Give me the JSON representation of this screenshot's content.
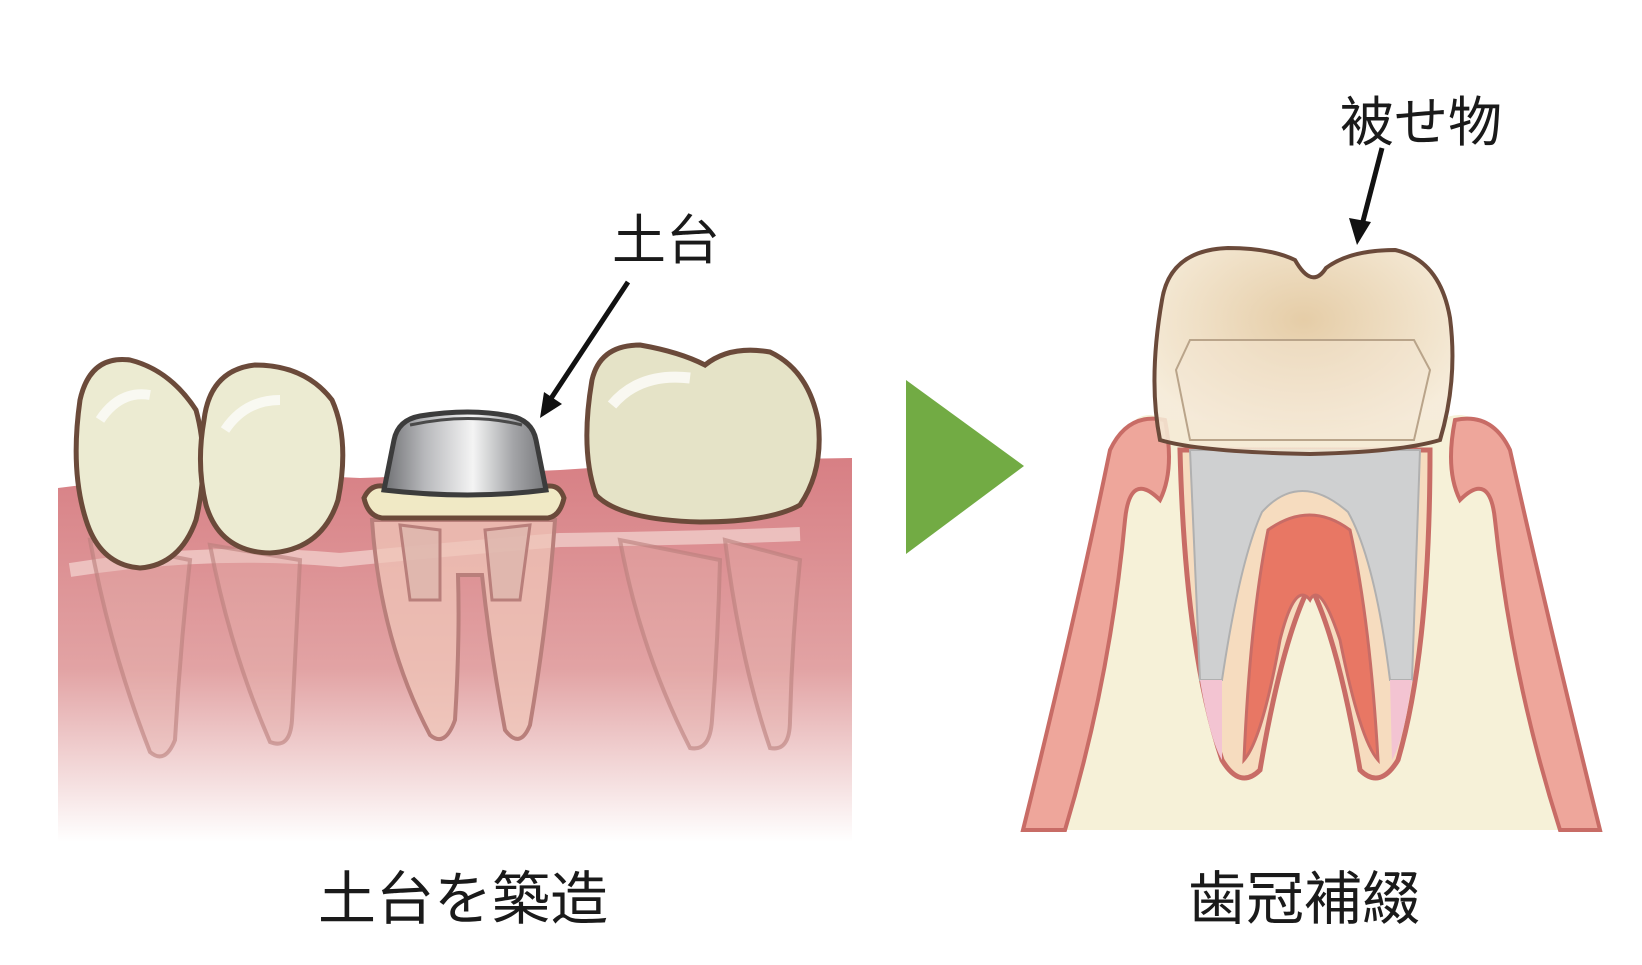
{
  "labels": {
    "abutment_label": "土台",
    "crown_label": "被せ物"
  },
  "captions": {
    "left": "土台を築造",
    "right": "歯冠補綴"
  },
  "colors": {
    "gum_pink": "#d98a8e",
    "tooth_ivory": "#ecebd2",
    "outline_brown": "#6b4a3a",
    "metal_grey": "#a9aaad",
    "arrow_green": "#72ab44",
    "bone_cream": "#f6f1d8",
    "pulp_red": "#e87764"
  }
}
